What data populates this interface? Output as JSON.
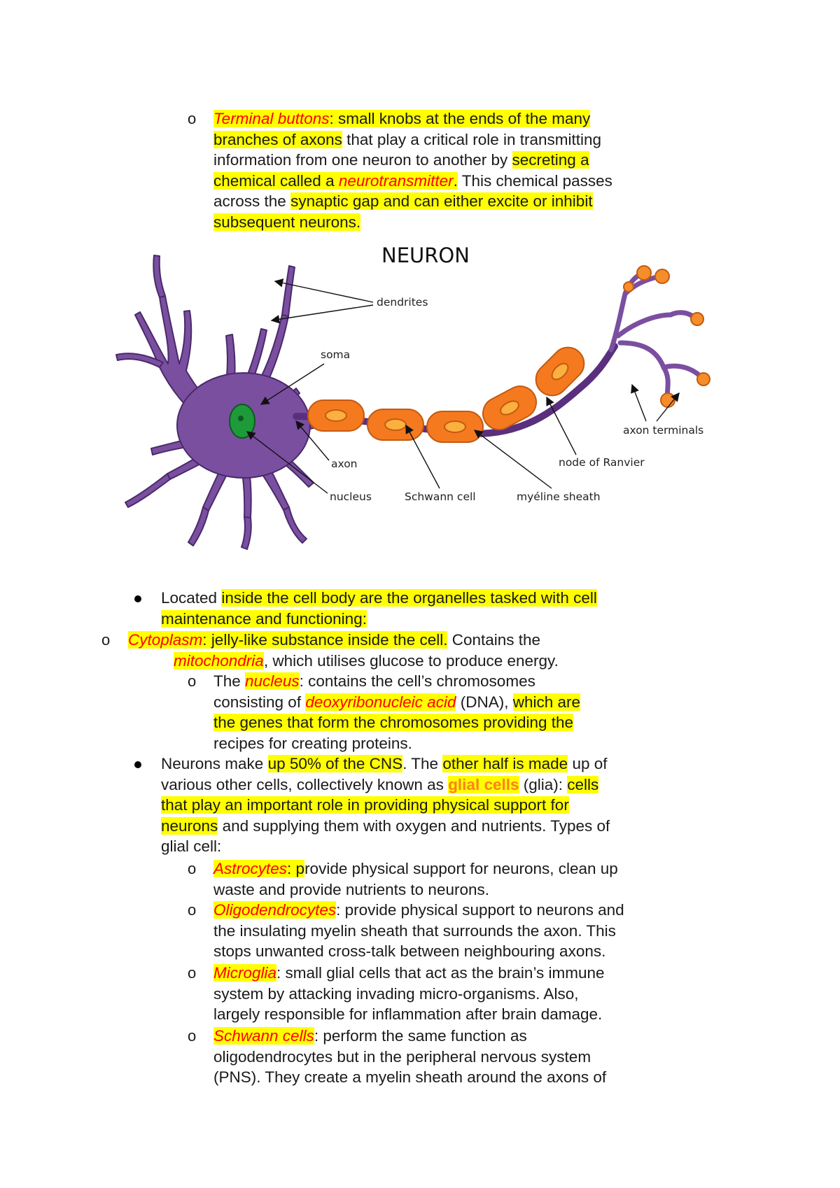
{
  "terminal_buttons": {
    "marker": "o",
    "term": "Terminal buttons",
    "t1": ": ",
    "h1": "small knobs at the ends of the many",
    "h2": "branches of axons",
    "t2": " that play a critical role in transmitting",
    "t3": "information from one neuron to another by ",
    "h3": "secreting a",
    "h4": "chemical called a ",
    "term2": "neurotransmitter",
    "h5": ".",
    "t4": " This chemical passes",
    "t5": "across the ",
    "h6": "synaptic gap and can either excite or inhibit",
    "h7": "subsequent neurons."
  },
  "diagram": {
    "title": "NEURON",
    "labels": {
      "dendrites": "dendrites",
      "soma": "soma",
      "axon": "axon",
      "nucleus": "nucleus",
      "schwann": "Schwann cell",
      "myelin": "myéline sheath",
      "ranvier": "node of Ranvier",
      "terminals": "axon terminals"
    },
    "colors": {
      "cell": "#7a4fa0",
      "cell_dark": "#5a2f7e",
      "myelin": "#f57a1f",
      "myelin_light": "#fbb040",
      "nucleus": "#1f9a3a"
    }
  },
  "organelles": {
    "marker": "•",
    "t1": "Located ",
    "h1": "inside the cell body are the organelles tasked with cell",
    "h2": "maintenance and functioning:"
  },
  "cytoplasm": {
    "marker": "o",
    "term": "Cytoplasm",
    "t1": ": ",
    "h1": "jelly-like substance inside the cell.",
    "t2": " Contains the",
    "term2": "mitochondria",
    "t3": ", which utilises glucose to produce energy."
  },
  "nucleus": {
    "marker": "o",
    "t1": "The ",
    "term": "nucleus",
    "t2": ": contains the cell’s chromosomes",
    "t3": "consisting of ",
    "term2": "deoxyribonucleic acid",
    "t4": " (DNA), ",
    "h1": "which are",
    "h2": "the genes that form the chromosomes providing the",
    "t5": "recipes for creating proteins."
  },
  "neurons_cns": {
    "marker": "•",
    "t1": "Neurons make ",
    "h1": "up 50% of the CNS",
    "t2": ". The ",
    "h2": "other half is made",
    "t3": " up of",
    "t4": "various other cells, collectively known as ",
    "glial": "glial cells",
    "t5": " (glia): ",
    "h3": "cells",
    "h4": "that play an important role in providing physical support for",
    "h5": "neurons",
    "t6": " and supplying them with oxygen and nutrients. Types of",
    "t7": "glial cell:"
  },
  "astrocytes": {
    "marker": "o",
    "term": "Astrocytes",
    "h1": ": p",
    "t1": "rovide physical support for neurons, clean up",
    "t2": "waste and provide nutrients to neurons."
  },
  "oligodendrocytes": {
    "marker": "o",
    "term": "Oligodendrocytes",
    "t1": ": provide physical support to neurons and",
    "t2": "the insulating myelin sheath that surrounds the axon. This",
    "t3": "stops unwanted cross-talk between neighbouring axons."
  },
  "microglia": {
    "marker": "o",
    "term": "Microglia",
    "t1": ": small glial cells that act as the brain’s immune",
    "t2": "system by attacking invading micro-organisms. Also,",
    "t3": "largely responsible for inflammation after brain damage."
  },
  "schwann_cells": {
    "marker": "o",
    "term": "Schwann cells",
    "t1": ": perform the same function as",
    "t2": "oligodendrocytes but in the peripheral nervous system",
    "t3": "(PNS). They create a myelin sheath around the axons of"
  }
}
